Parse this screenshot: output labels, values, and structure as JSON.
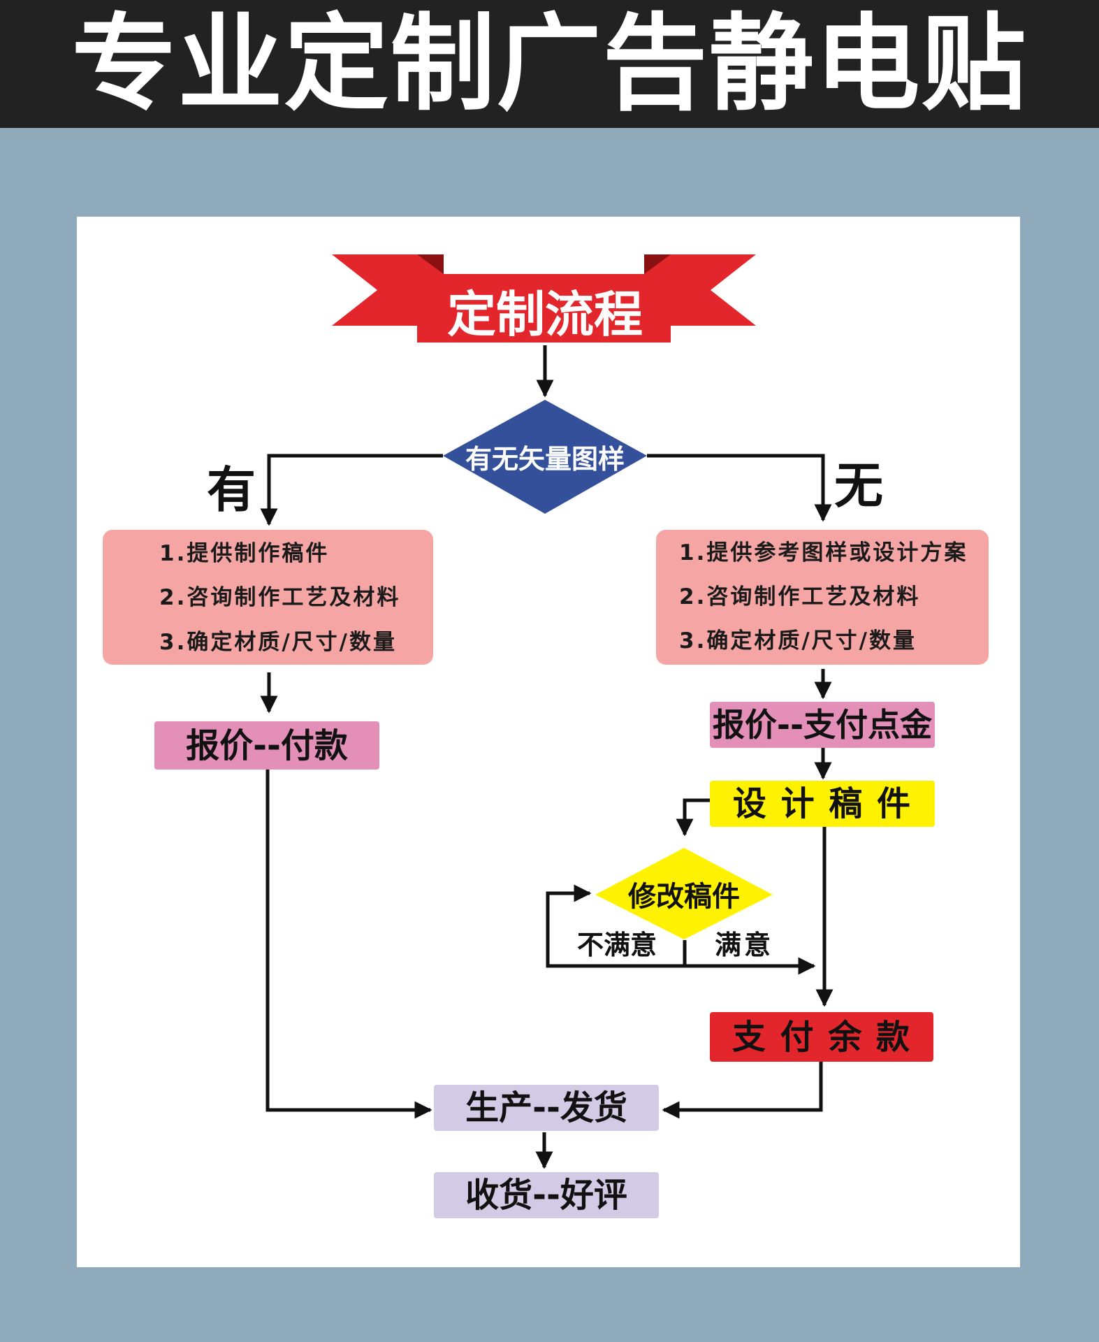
{
  "header": {
    "title": "专业定制广告静电贴"
  },
  "flow": {
    "title": "定制流程",
    "decision": "有无矢量图样",
    "branch_yes": "有",
    "branch_no": "无",
    "left_steps": [
      "1.提供制作稿件",
      "2.咨询制作工艺及材料",
      "3.确定材质/尺寸/数量"
    ],
    "right_steps": [
      "1.提供参考图样或设计方案",
      "2.咨询制作工艺及材料",
      "3.确定材质/尺寸/数量"
    ],
    "left_quote": "报价--付款",
    "right_quote": "报价--支付点金",
    "design": "设 计 稿 件",
    "revise": "修改稿件",
    "not_satisfied": "不满意",
    "satisfied": "满意",
    "pay_balance": "支 付 余 款",
    "production": "生产--发货",
    "receive": "收货--好评"
  },
  "colors": {
    "background": "#8eaabb",
    "header": "#222222",
    "ribbon_red": "#e3262b",
    "decision_blue": "#34509a",
    "info_pink": "#f6a5a5",
    "quote_pink": "#e48fb8",
    "design_yellow": "#fff200",
    "pay_red": "#e3262b",
    "lavender": "#d3cbe6"
  }
}
